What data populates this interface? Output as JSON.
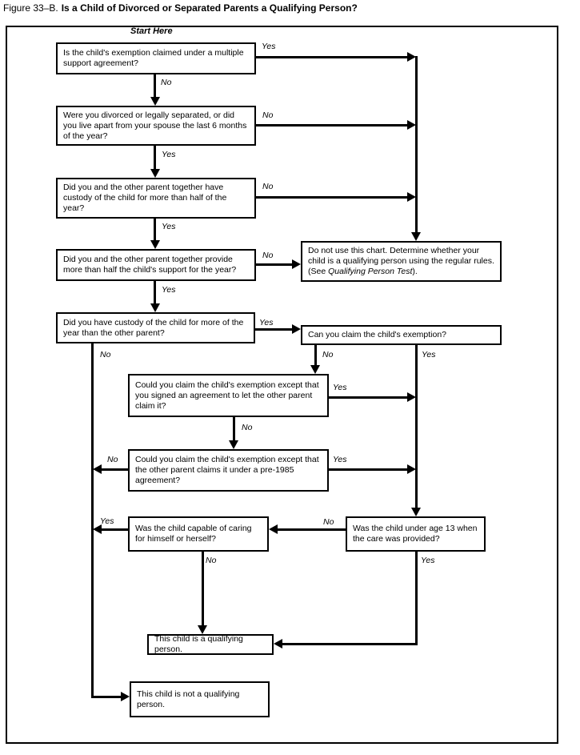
{
  "figure": {
    "label": "Figure 33–B.",
    "title": "Is a Child of Divorced or Separated Parents a Qualifying Person?"
  },
  "start_here": "Start Here",
  "decision": {
    "yes": "Yes",
    "no": "No"
  },
  "nodes": {
    "multiple_support": "Is the child's exemption claimed under a multiple support agreement?",
    "divorced_separated": "Were you divorced or legally separated, or did you live apart from your spouse the last 6 months of the year?",
    "joint_custody": "Did you and the other parent together have custody of the child for more than half of the year?",
    "joint_support": "Did you and the other parent together provide more than half the child's support for the year?",
    "more_custody": "Did you have custody of the child for more of the year than the other parent?",
    "do_not_use": {
      "text_before": "Do not use this chart. Determine whether your child is a qualifying person using the regular rules. (See ",
      "text_italic": "Qualifying Person Test",
      "text_after": ")."
    },
    "claim_exemption": "Can you claim the child's exemption?",
    "signed_agreement": "Could you claim the child's exemption except that you signed an agreement to let the other parent claim it?",
    "pre_1985": "Could you claim the child's exemption except that the other parent claims it under a pre-1985 agreement?",
    "capable_care": "Was the child capable of caring for himself or herself?",
    "under_age_13": "Was the child under age 13 when the care was provided?",
    "qualifying": "This child is a qualifying person.",
    "not_qualifying": "This child is not a qualifying person."
  },
  "colors": {
    "line": "#000000",
    "background": "#ffffff",
    "text": "#000000"
  }
}
